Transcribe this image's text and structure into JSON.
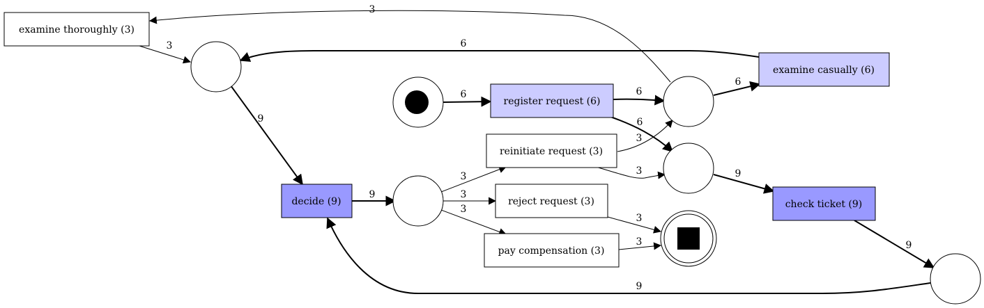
{
  "colors": {
    "white": "#ffffff",
    "light_purple": "#ccccff",
    "medium_purple": "#9999ff",
    "stroke": "#000000"
  },
  "transitions": {
    "examine_thoroughly": {
      "label": "examine thoroughly (3)",
      "fill": "#ffffff"
    },
    "examine_casually": {
      "label": "examine casually (6)",
      "fill": "#ccccff"
    },
    "register_request": {
      "label": "register request (6)",
      "fill": "#ccccff"
    },
    "reinitiate_request": {
      "label": "reinitiate request (3)",
      "fill": "#ffffff"
    },
    "reject_request": {
      "label": "reject request (3)",
      "fill": "#ffffff"
    },
    "pay_compensation": {
      "label": "pay compensation (3)",
      "fill": "#ffffff"
    },
    "decide": {
      "label": "decide (9)",
      "fill": "#9999ff"
    },
    "check_ticket": {
      "label": "check ticket (9)",
      "fill": "#9999ff"
    }
  },
  "edges": {
    "p_right_to_examine_thoroughly": "3",
    "examine_thoroughly_to_p_left": "3",
    "examine_casually_to_p_left": "6",
    "start_to_register": "6",
    "register_to_p_upper": "6",
    "register_to_p_lower": "6",
    "p_upper_to_examine_casually": "6",
    "reinitiate_to_p_upper": "3",
    "reinitiate_to_p_lower": "3",
    "p_left_to_decide": "9",
    "decide_to_p_decision": "9",
    "p_decision_to_reinitiate": "3",
    "p_decision_to_reject": "3",
    "p_decision_to_pay": "3",
    "reject_to_end": "3",
    "pay_to_end": "3",
    "p_lower_to_check_ticket": "9",
    "check_ticket_to_p_bottom": "9",
    "p_bottom_to_decide": "9"
  }
}
